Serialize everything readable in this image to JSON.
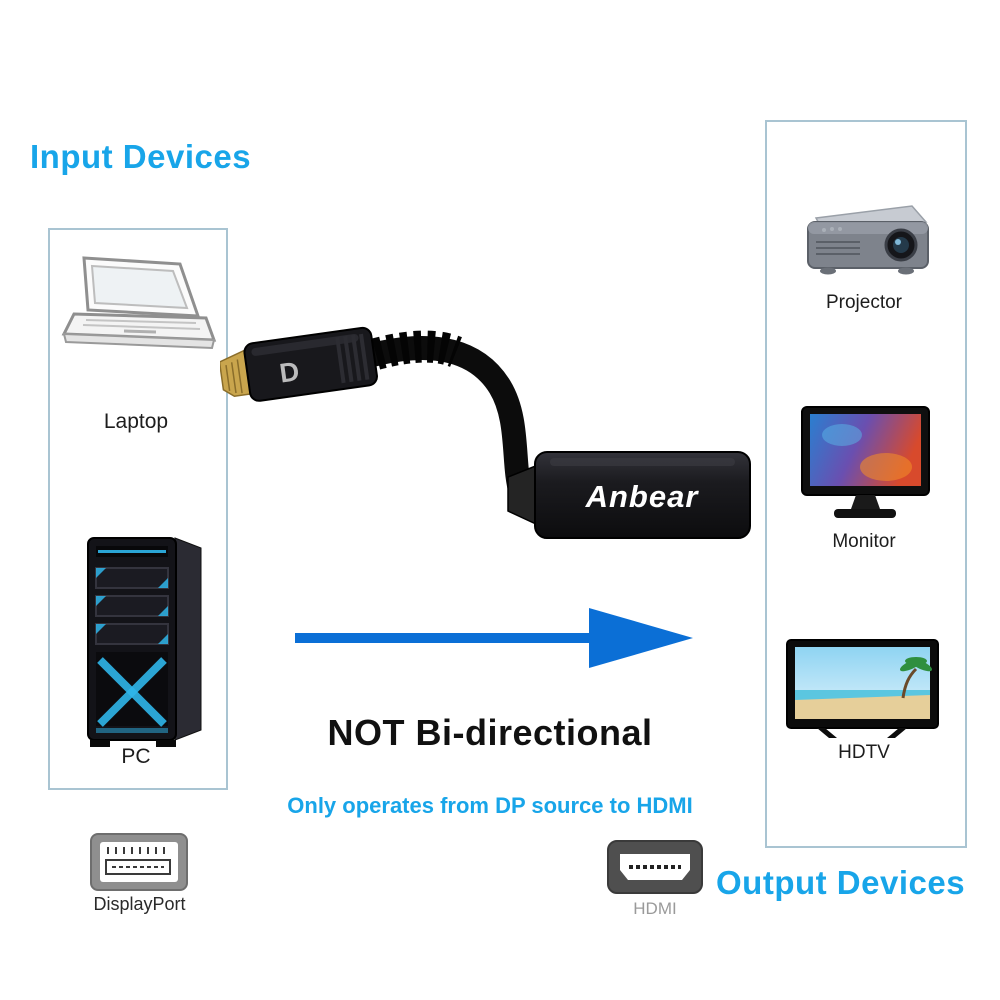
{
  "titles": {
    "input": "Input Devices",
    "output": "Output Devices"
  },
  "input_panel": {
    "items": [
      {
        "label": "Laptop"
      },
      {
        "label": "PC"
      }
    ]
  },
  "output_panel": {
    "items": [
      {
        "label": "Projector"
      },
      {
        "label": "Monitor"
      },
      {
        "label": "HDTV"
      }
    ]
  },
  "adapter": {
    "brand": "Anbear",
    "plug_logo": "D"
  },
  "message": {
    "headline": "NOT Bi-directional",
    "subline": "Only operates from DP source to HDMI"
  },
  "connectors": {
    "displayport_label": "DisplayPort",
    "hdmi_label": "HDMI"
  },
  "colors": {
    "accent_blue": "#18a5e9",
    "arrow_blue": "#0b6fd6",
    "panel_border": "#a9c4d2"
  }
}
